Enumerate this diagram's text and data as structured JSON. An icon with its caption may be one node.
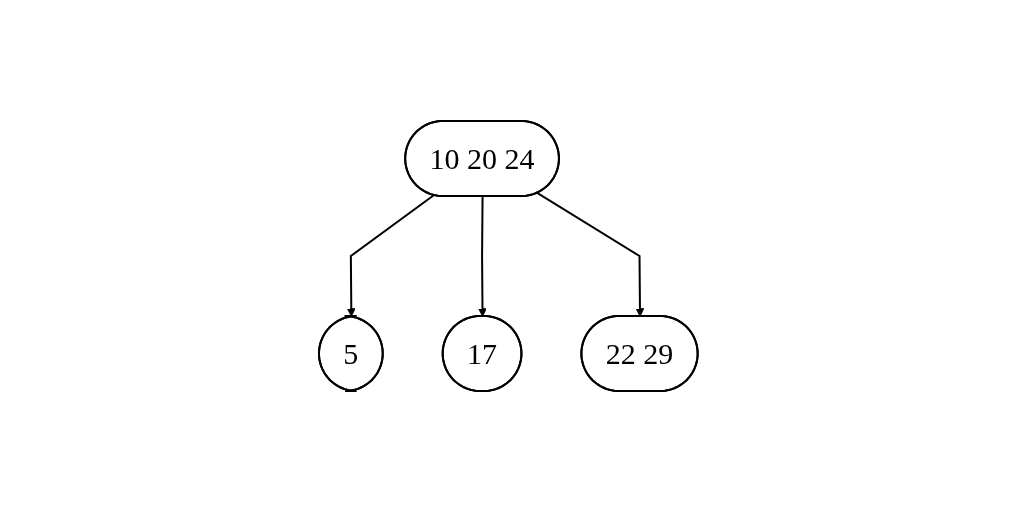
{
  "diagram": {
    "nodes": [
      {
        "text": [
          "10 20 24"
        ]
      },
      {
        "text": [
          "5"
        ]
      },
      {
        "text": [
          "17"
        ]
      },
      {
        "text": [
          "22 29"
        ]
      }
    ],
    "edges": [
      {
        "from": 0,
        "to": 1,
        "arrow": "to"
      },
      {
        "from": 0,
        "to": 2,
        "arrow": "to"
      },
      {
        "from": 0,
        "to": 3,
        "arrow": "to"
      }
    ]
  }
}
